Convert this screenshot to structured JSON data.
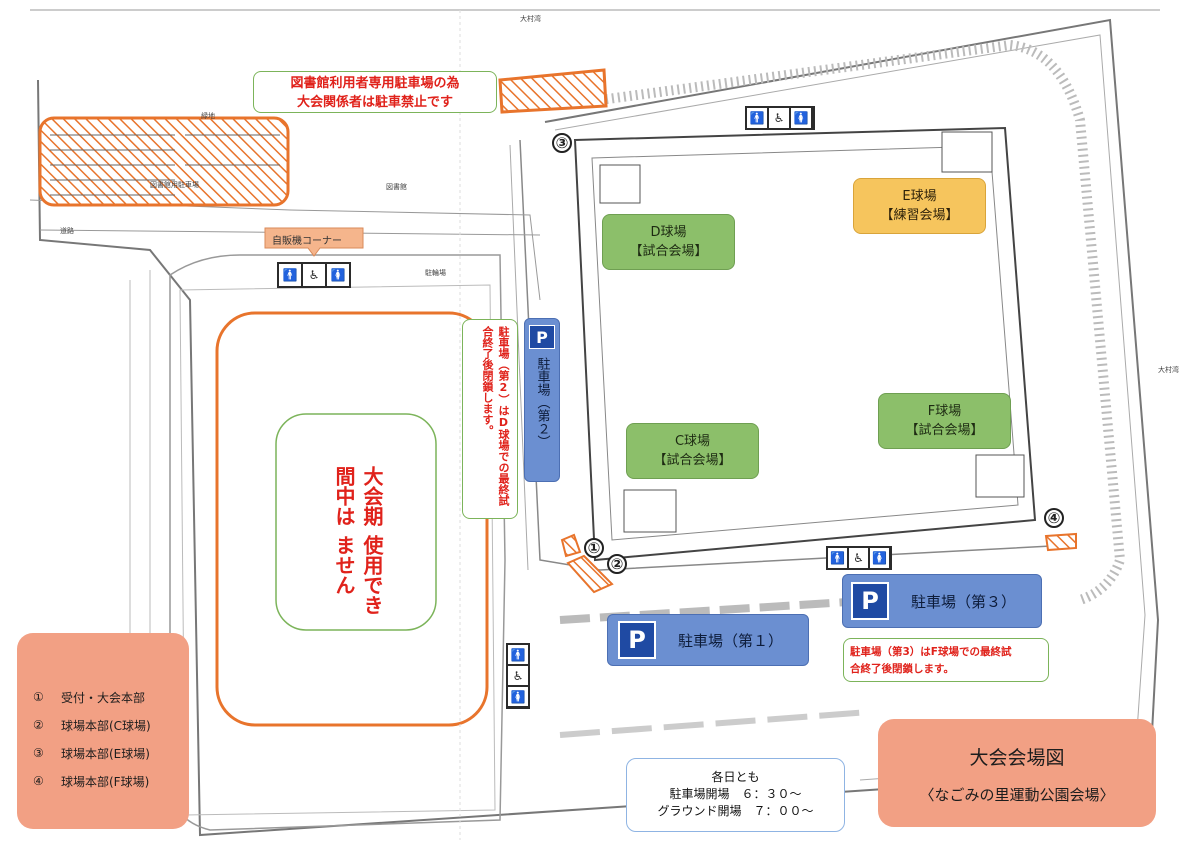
{
  "map_labels": {
    "top_road": "大村湾",
    "right_road": "大村湾",
    "upper_label": "緑地",
    "library_lot": "図書館用駐車場",
    "library": "図書館",
    "road": "道路",
    "bicycle": "駐輪場"
  },
  "notices": {
    "library_parking": [
      "図書館利用者専用駐車場の為",
      "大会関係者は駐車禁止です"
    ],
    "vending": "自販機コーナー",
    "parking2_note": "駐車場（第2）はD球場での最終試合終了後閉鎖します。",
    "parking3_note": [
      "駐車場（第3）はF球場での最終試",
      "合終了後閉鎖します。"
    ],
    "closed_area": [
      "大会期間中は",
      "使用できません"
    ]
  },
  "fields": {
    "d": {
      "name": "D球場",
      "role": "【試合会場】"
    },
    "e": {
      "name": "E球場",
      "role": "【練習会場】"
    },
    "c": {
      "name": "C球場",
      "role": "【試合会場】"
    },
    "f": {
      "name": "F球場",
      "role": "【試合会場】"
    }
  },
  "parking": {
    "p_symbol": "P",
    "lot1": "駐車場（第１）",
    "lot2": "駐車場（第２）",
    "lot3": "駐車場（第３）"
  },
  "markers": [
    "①",
    "②",
    "③",
    "④"
  ],
  "legend": [
    {
      "num": "①",
      "label": "受付・大会本部"
    },
    {
      "num": "②",
      "label": "球場本部(C球場)"
    },
    {
      "num": "③",
      "label": "球場本部(E球場)"
    },
    {
      "num": "④",
      "label": "球場本部(F球場)"
    }
  ],
  "hours": {
    "line1": "各日とも",
    "line2": "駐車場開場　６：３０～",
    "line3": "グラウンド開場　７：００～"
  },
  "title": {
    "main": "大会会場図",
    "sub": "〈なごみの里運動公園会場〉"
  },
  "restroom_icons": [
    "🚹",
    "♿",
    "🚺"
  ],
  "colors": {
    "accent_orange": "#e8742c",
    "field_green": "#8cbf6a",
    "field_yellow": "#f6c55d",
    "parking_blue": "#6b8fd1",
    "notice_red": "#e0221b",
    "legend_salmon": "#f2a084"
  }
}
